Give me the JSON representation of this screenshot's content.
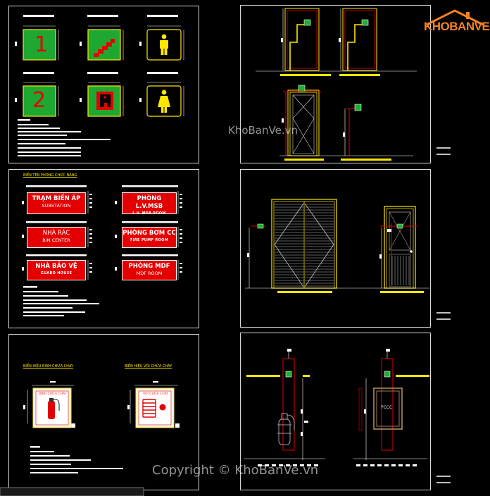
{
  "sign_panels": {
    "floor_numbers": [
      "1",
      "2"
    ],
    "function_signs": [
      {
        "main": "TRẠM BIẾN ÁP",
        "sub": "SUBSTATION"
      },
      {
        "main": "PHÒNG L.V.MSB",
        "sub": "L.V. MSB ROOM"
      },
      {
        "main": "NHÀ RÁC",
        "sub": "BIN CENTER"
      },
      {
        "main": "PHÒNG BƠM CC",
        "sub": "FIRE PUMP ROOM"
      },
      {
        "main": "NHÀ BẢO VỆ",
        "sub": "GUARD HOUSE"
      },
      {
        "main": "PHÒNG MDF",
        "sub": "MDF ROOM"
      }
    ],
    "function_title": "BIỂN TÊN PHÒNG CHỨC NĂNG",
    "extinguisher_title": "BIỂN HIỆU BÌNH CHỮA CHÁY",
    "hose_title": "BIỂN HIỆU VÒI CHỮA CHÁY",
    "extinguisher_tag": "BÌNH CHỮA CHÁY",
    "hose_tag": "VÒI CHỮA CHÁY"
  },
  "cabinet_label": "PCCC",
  "brand": {
    "name": "KHOBANVE",
    "color": "#f58220"
  },
  "watermark": {
    "site": "KhoBanVe.vn",
    "copyright": "Copyright © KhoBanVe.vn"
  },
  "colors": {
    "background": "#000000",
    "frame": "#d8d8d8",
    "sign_red": "#e40000",
    "cad_yellow": "#ffe600",
    "cad_green": "#1fae2f"
  }
}
